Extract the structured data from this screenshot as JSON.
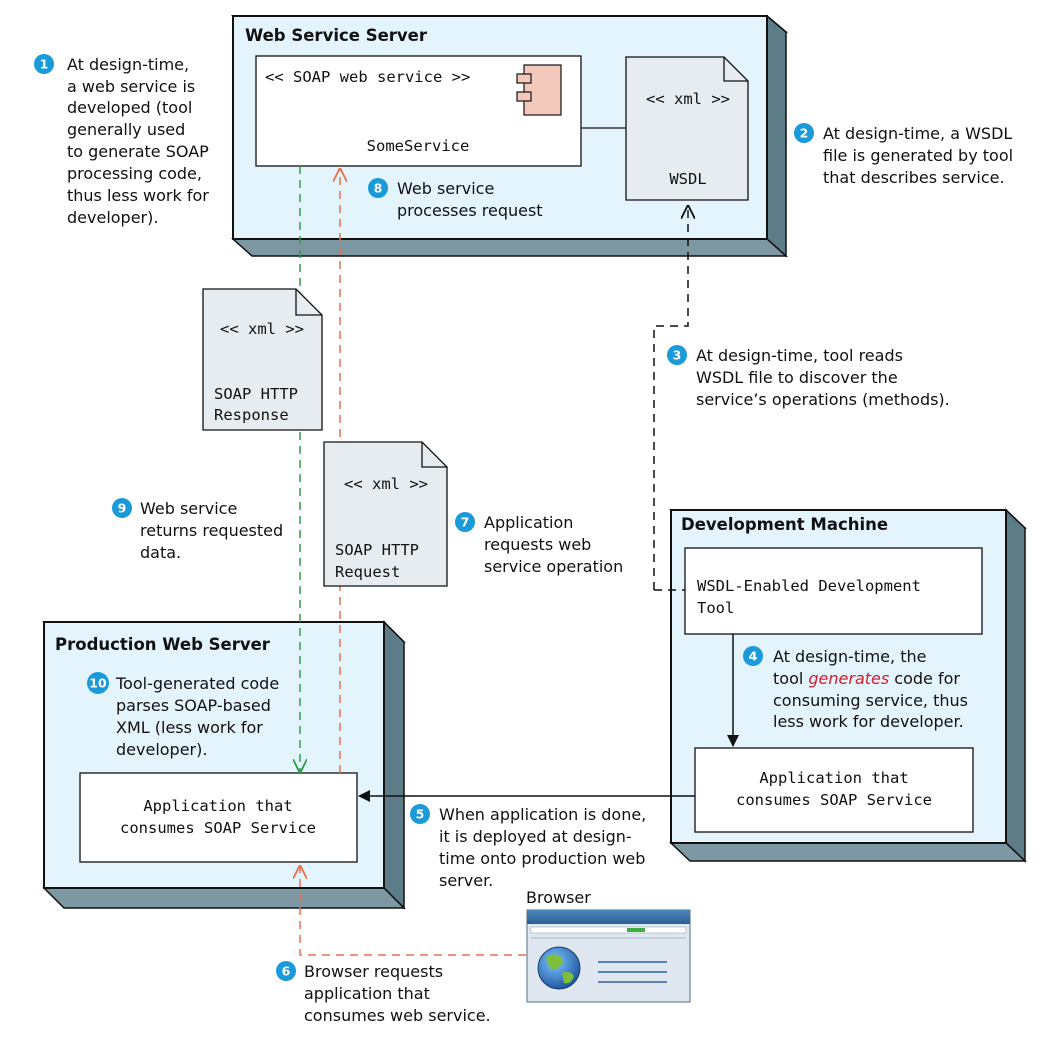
{
  "colors": {
    "node_face": "#e4f4fc",
    "node_top": "#c6dce4",
    "node_side": "#5c7c88",
    "doc_fill": "#e6ecf0",
    "badge": "#1b9ad9",
    "green_arrow": "#2e9e4a",
    "orange_arrow": "#e8714e",
    "component_icon": "#f3c9bc",
    "emphasis": "#cc1e2e"
  },
  "icons": [
    "component-icon",
    "globe-icon"
  ],
  "nodes": {
    "web_service_server": {
      "title": "Web Service Server"
    },
    "development_machine": {
      "title": "Development Machine"
    },
    "production_web_server": {
      "title": "Production Web Server"
    }
  },
  "boxes": {
    "soap_service": {
      "stereotype": "<< SOAP web service >>",
      "name": "SomeService"
    },
    "dev_tool": {
      "line1": "WSDL-Enabled Development",
      "line2": "Tool"
    },
    "dev_app": {
      "line1": "Application that",
      "line2": "consumes SOAP Service"
    },
    "prod_app": {
      "line1": "Application that",
      "line2": "consumes SOAP Service"
    }
  },
  "documents": {
    "wsdl": {
      "stereotype": "<< xml >>",
      "name": "WSDL"
    },
    "response": {
      "stereotype": "<< xml >>",
      "line1": "SOAP HTTP",
      "line2": "Response"
    },
    "request": {
      "stereotype": "<< xml >>",
      "line1": "SOAP HTTP",
      "line2": "Request"
    }
  },
  "browser": {
    "label": "Browser"
  },
  "steps": [
    {
      "num": "1",
      "lines": [
        "At design-time,",
        "a web service is",
        "developed (tool",
        "generally used",
        "to generate SOAP",
        "processing code,",
        "thus less work for",
        "developer)."
      ]
    },
    {
      "num": "2",
      "lines": [
        "At design-time, a WSDL",
        "file is generated by tool",
        "that describes service."
      ]
    },
    {
      "num": "3",
      "lines": [
        "At design-time, tool reads",
        "WSDL file to discover the",
        "service’s operations (methods)."
      ]
    },
    {
      "num": "4",
      "line1_before": "At design-time, the",
      "line2_prefix": "tool ",
      "line2_emph": "generates",
      "line2_suffix": " code for",
      "lines_rest": [
        "consuming service, thus",
        "less work for developer."
      ]
    },
    {
      "num": "5",
      "lines": [
        "When application is done,",
        "it is deployed at design-",
        "time onto production web",
        "server."
      ]
    },
    {
      "num": "6",
      "lines": [
        "Browser requests",
        "application that",
        "consumes web service."
      ]
    },
    {
      "num": "7",
      "lines": [
        "Application",
        "requests web",
        "service operation"
      ]
    },
    {
      "num": "8",
      "lines": [
        "Web service",
        "processes request"
      ]
    },
    {
      "num": "9",
      "lines": [
        "Web service",
        "returns requested",
        "data."
      ]
    },
    {
      "num": "10",
      "lines": [
        "Tool-generated code",
        "parses SOAP-based",
        "XML (less work for",
        "developer)."
      ]
    }
  ]
}
